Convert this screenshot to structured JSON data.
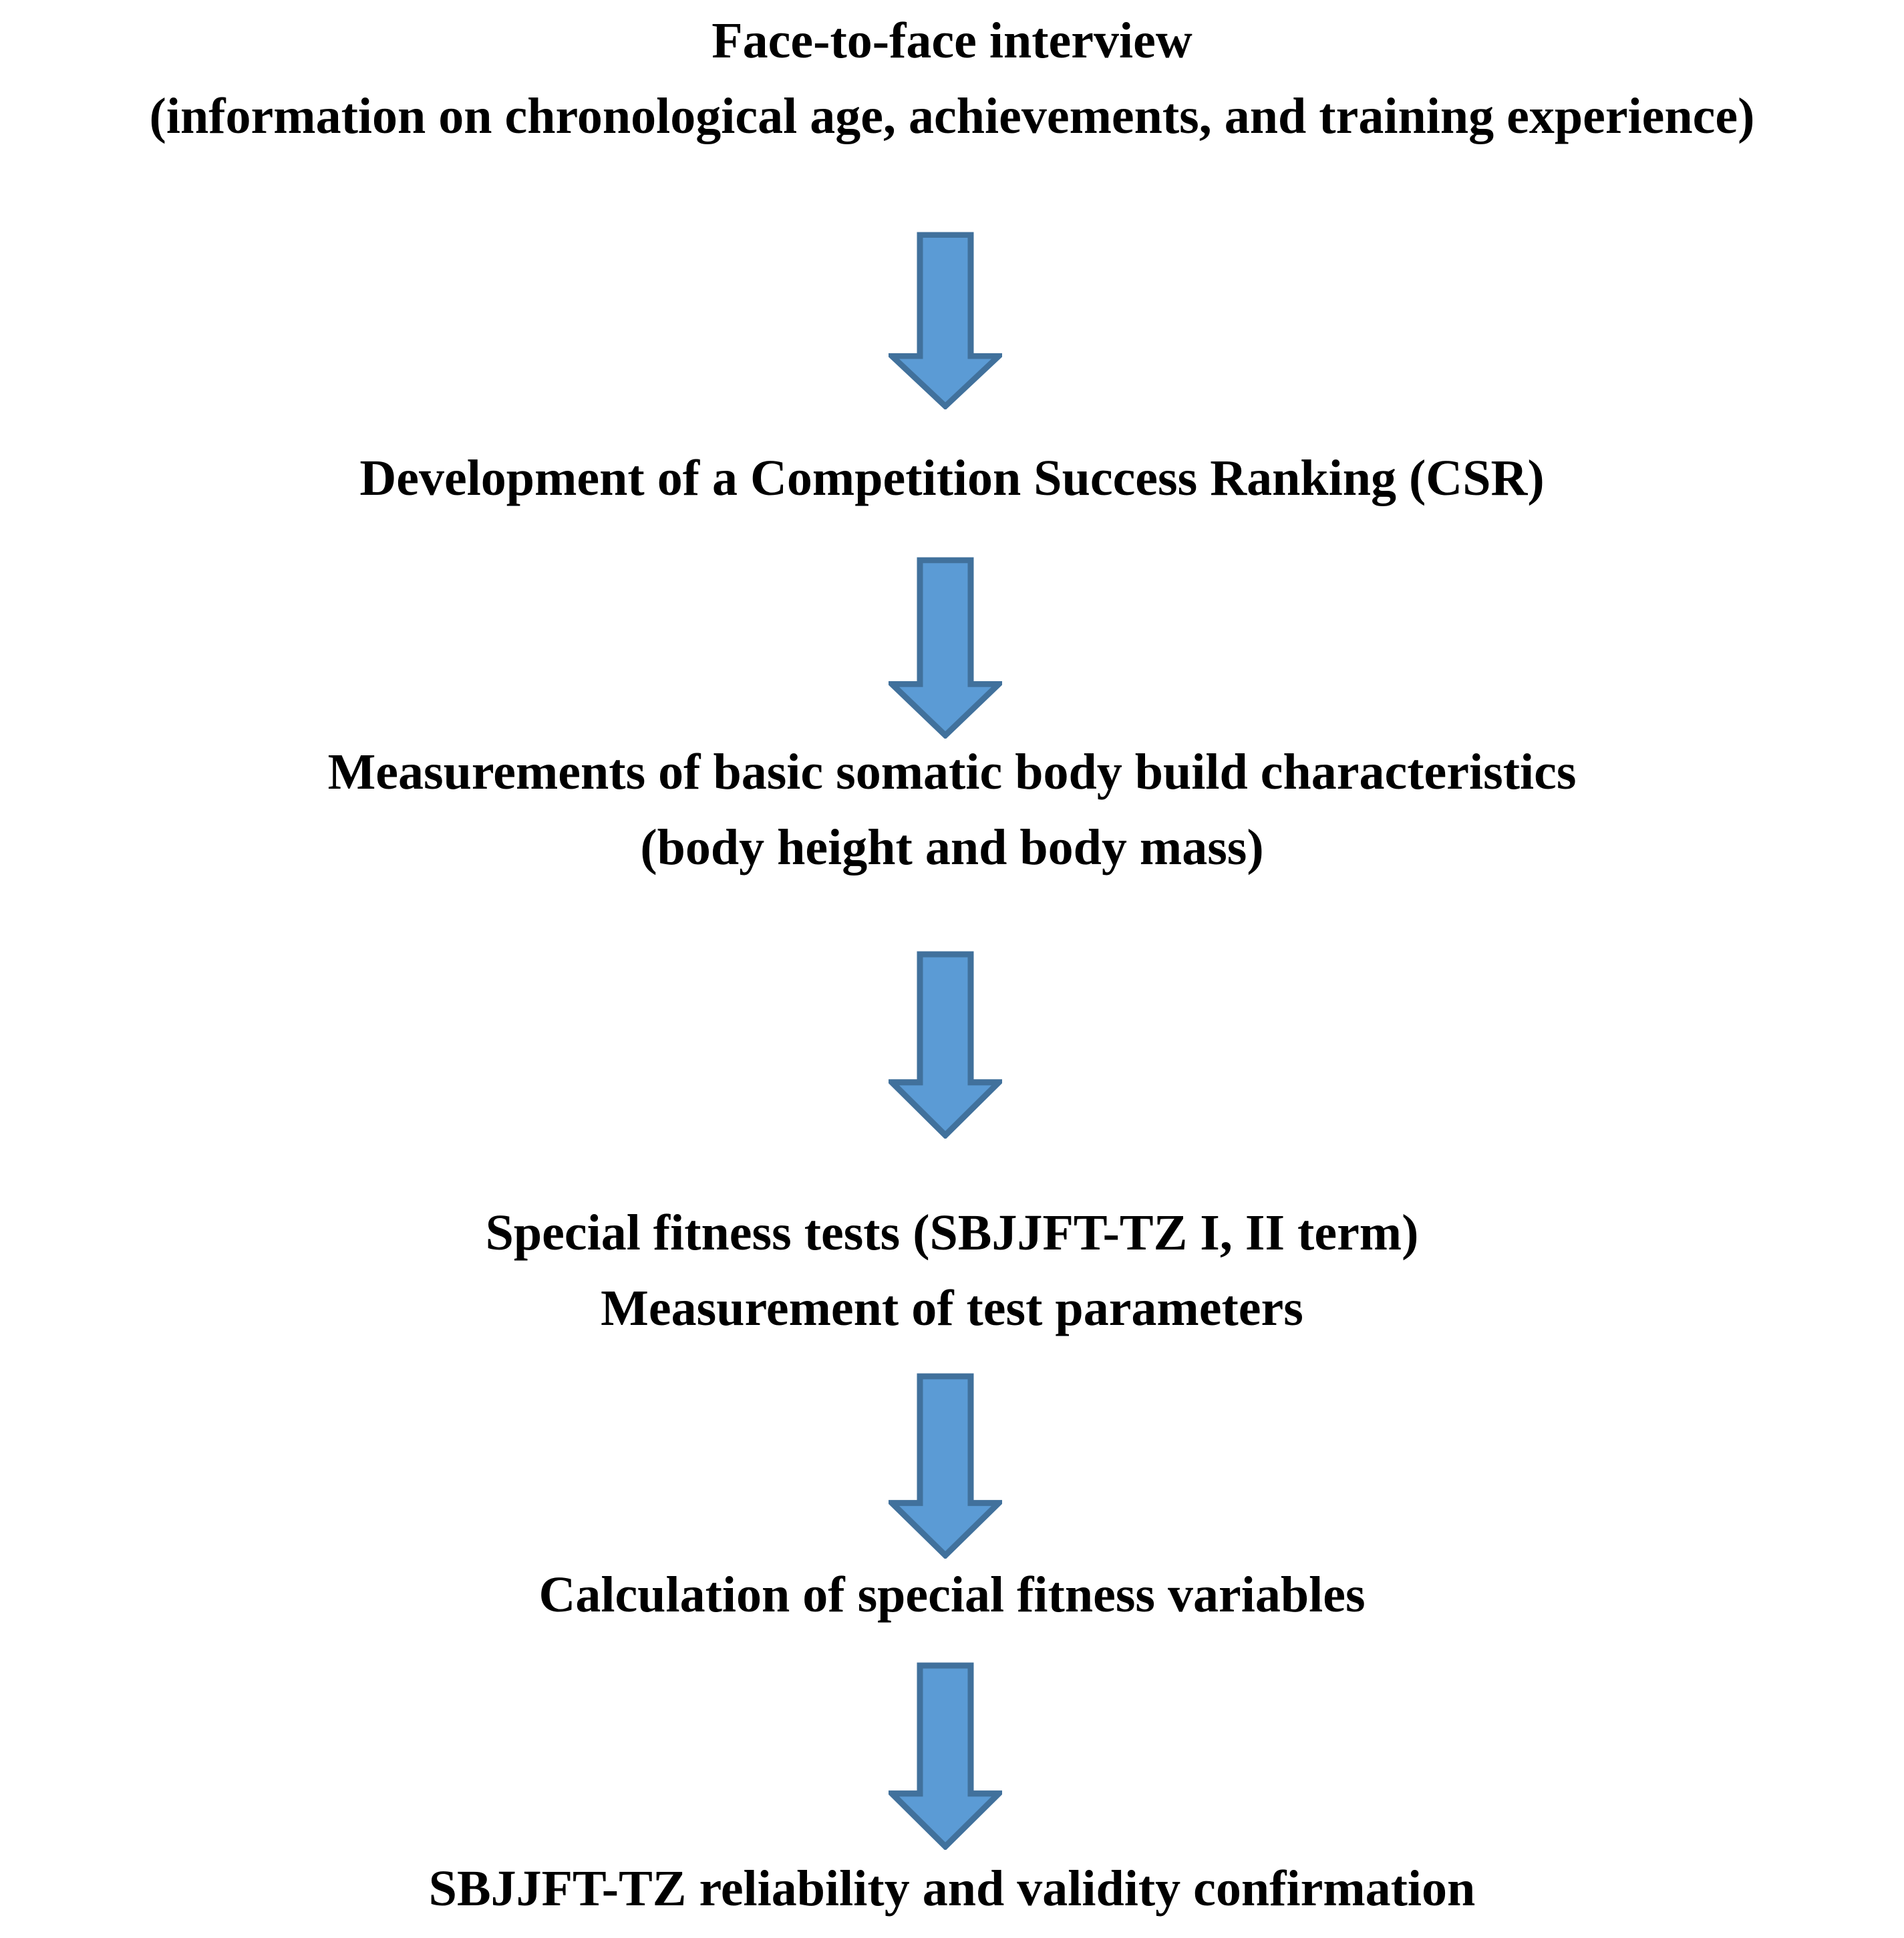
{
  "colors": {
    "arrow-fill": "#5B9BD5",
    "arrow-stroke": "#41719C",
    "text": "#000000",
    "background": "#FFFFFF"
  },
  "flow": {
    "steps": [
      {
        "name": "face-to-face-interview",
        "lines": [
          "Face-to-face interview",
          "(information on chronological age, achievements, and training experience)"
        ]
      },
      {
        "name": "competition-success-ranking",
        "lines": [
          "Development of a Competition Success Ranking (CSR)"
        ]
      },
      {
        "name": "somatic-measurements",
        "lines": [
          "Measurements of basic somatic body build characteristics",
          "(body height and body mass)"
        ]
      },
      {
        "name": "special-fitness-tests",
        "lines": [
          "Special fitness tests (SBJJFT-TZ I, II term)",
          "Measurement of test parameters"
        ]
      },
      {
        "name": "fitness-variables-calculation",
        "lines": [
          "Calculation of special fitness variables"
        ]
      },
      {
        "name": "reliability-validity-confirmation",
        "lines": [
          "SBJJFT-TZ reliability and validity confirmation"
        ]
      }
    ]
  }
}
